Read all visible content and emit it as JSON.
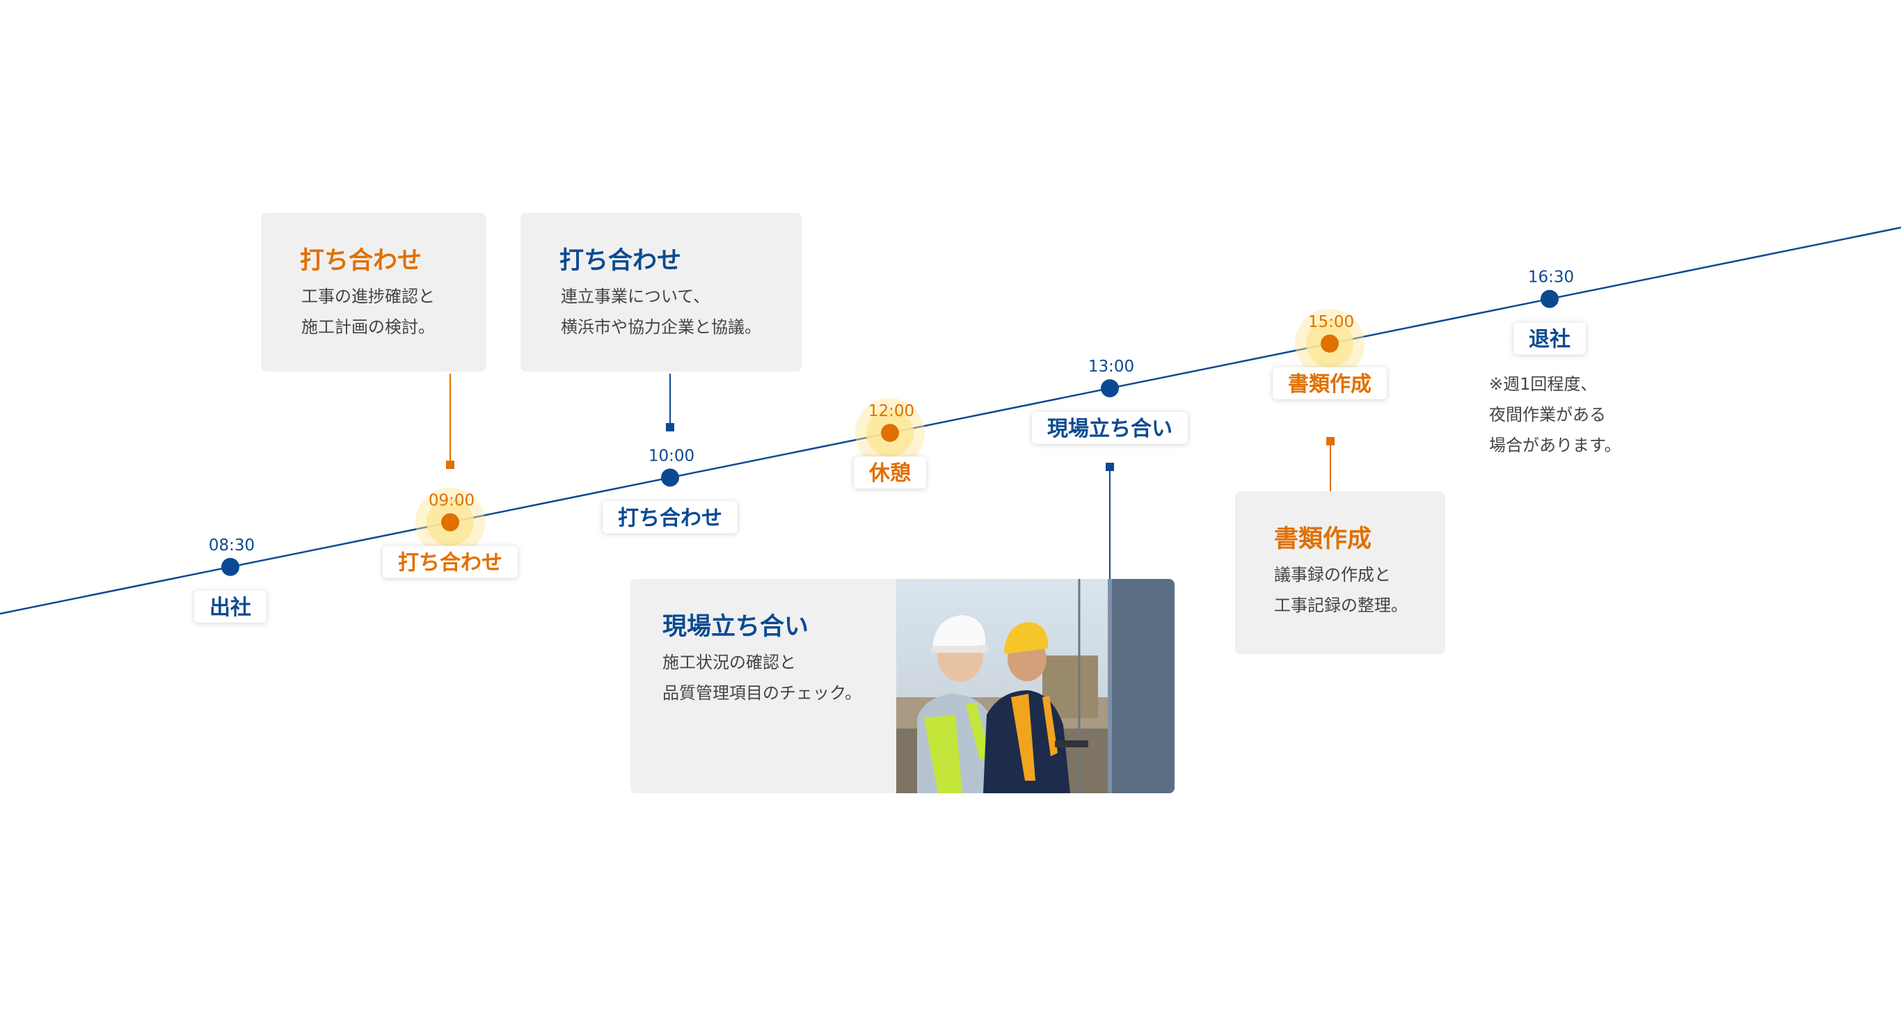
{
  "colors": {
    "blue": "#0b4a92",
    "orange": "#e07000",
    "halo": "#fde79a",
    "card_bg": "#f0f0f0"
  },
  "events": [
    {
      "time": "08:30",
      "label": "出社",
      "type": "blue"
    },
    {
      "time": "09:00",
      "label": "打ち合わせ",
      "type": "orange"
    },
    {
      "time": "10:00",
      "label": "打ち合わせ",
      "type": "blue"
    },
    {
      "time": "12:00",
      "label": "休憩",
      "type": "orange"
    },
    {
      "time": "13:00",
      "label": "現場立ち合い",
      "type": "blue"
    },
    {
      "time": "15:00",
      "label": "書類作成",
      "type": "orange"
    },
    {
      "time": "16:30",
      "label": "退社",
      "type": "blue"
    }
  ],
  "cards": {
    "meeting_orange": {
      "title": "打ち合わせ",
      "lines": [
        "工事の進捗確認と",
        "施工計画の検討。"
      ]
    },
    "meeting_blue": {
      "title": "打ち合わせ",
      "lines": [
        "連立事業について、",
        "横浜市や協力企業と協議。"
      ]
    },
    "site_visit": {
      "title": "現場立ち合い",
      "lines": [
        "施工状況の確認と",
        "品質管理項目のチェック。"
      ]
    },
    "documents": {
      "title": "書類作成",
      "lines": [
        "議事録の作成と",
        "工事記録の整理。"
      ]
    }
  },
  "note": {
    "lines": [
      "※週1回程度、",
      "夜間作業がある",
      "場合があります。"
    ]
  }
}
